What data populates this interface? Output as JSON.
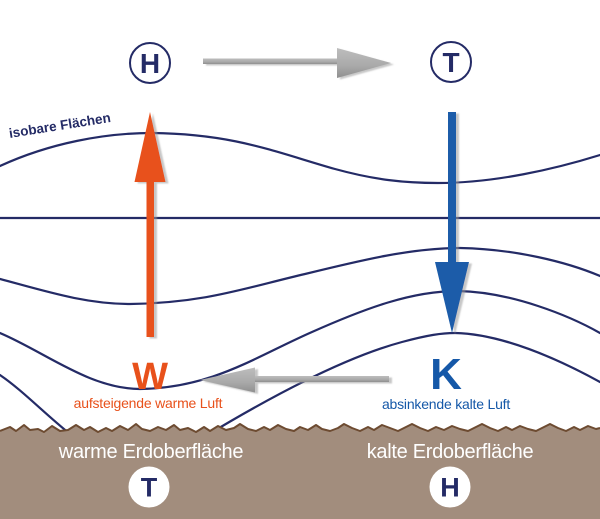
{
  "diagram": {
    "isobar_label": "isobare Flächen",
    "pressure_aloft": {
      "left": "H",
      "right": "T"
    },
    "pressure_surface": {
      "left": "T",
      "right": "H"
    },
    "warm_column": {
      "symbol": "W",
      "caption": "aufsteigende warme Luft",
      "surface_label": "warme Erdoberfläche"
    },
    "cold_column": {
      "symbol": "K",
      "caption": "absinkende kalte Luft",
      "surface_label": "kalte Erdoberfläche"
    },
    "icons": {
      "upper_flow_arrow": "arrow-right-icon",
      "surface_flow_arrow": "arrow-left-icon",
      "warm_updraft_arrow": "arrow-up-icon",
      "cold_downdraft_arrow": "arrow-down-icon"
    },
    "colors": {
      "navy": "#242b66",
      "blue": "#1558a8",
      "orange": "#e8511b",
      "gray": "#ababab",
      "ground": "#a28d7d",
      "ground_outline": "#6d4b31",
      "background": "#ffffff",
      "circle_fill": "#ffffff"
    }
  }
}
